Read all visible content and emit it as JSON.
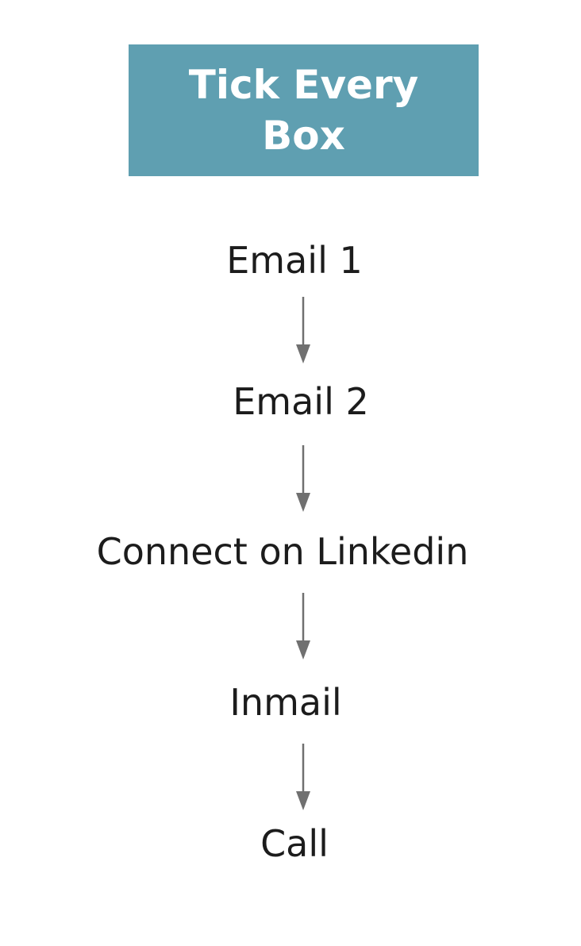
{
  "title": "Tick Every Box",
  "steps": [
    {
      "label": "Email 1"
    },
    {
      "label": "Email 2"
    },
    {
      "label": "Connect on Linkedin"
    },
    {
      "label": "Inmail"
    },
    {
      "label": "Call"
    }
  ],
  "colors": {
    "title_box": "#5f9fb1",
    "title_text": "#ffffff",
    "step_text": "#1c1c1c",
    "arrow": "#707070"
  }
}
